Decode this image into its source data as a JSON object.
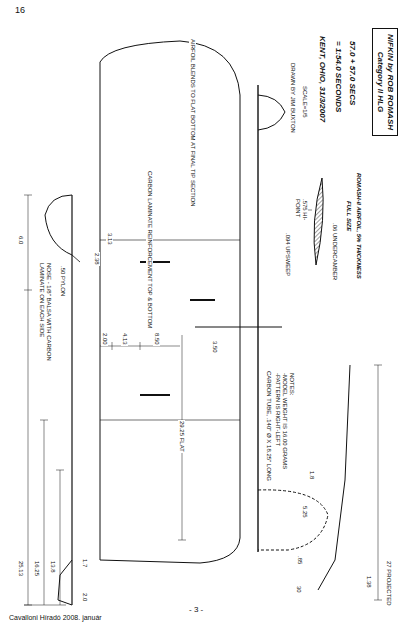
{
  "diagram": {
    "nodes": [
      {
        "text": [
          "NIFKIN by ROB ROMASH",
          "Category II HLG"
        ]
      }
    ],
    "labels": [
      "16",
      "NOSE - 1/8\" BALSA WITH CARBON LAMINATE ON EACH SIDE",
      ".50 PYLON",
      "2.38",
      "3.13",
      "3.50",
      "2.00",
      "4.13",
      "8.50",
      "29.25 FLAT",
      "CARBON LAMINATE REINFORCEMENT TOP & BOTTOM",
      "AIRFOIL BLENDS TO FLAT BOTTOM AT FINAL TIP SECTION",
      "ROMASH-II AIRFOIL, 5% THICKNESS",
      "FULL SIZE",
      ".06 UNDERCAMBER",
      ".575 HI-POINT",
      ".094 UPSWEEP",
      "57.0 + 57.0 SECS",
      "= 1:54.0 SECONDS",
      "KENT, OHIO, 31/3/2007",
      "SCALE=1/5",
      "DRAWN BY JIM BUXTON",
      "CARBON TUBE, .140\" Ø X 18.25\" LONG",
      "NOTES:",
      "-MODEL WEIGHT IS 16.00 GRAMS",
      "-PATTERN IS RIGHT-LEFT",
      "1.8",
      "5.25",
      ".85",
      "1.38",
      "30",
      "27 PROJECTED",
      "1.7",
      "2.0",
      "6.0",
      "25.13",
      "16.25",
      "13.8",
      "Cavalloni Híradó 2008. január",
      "- 3 -"
    ]
  }
}
